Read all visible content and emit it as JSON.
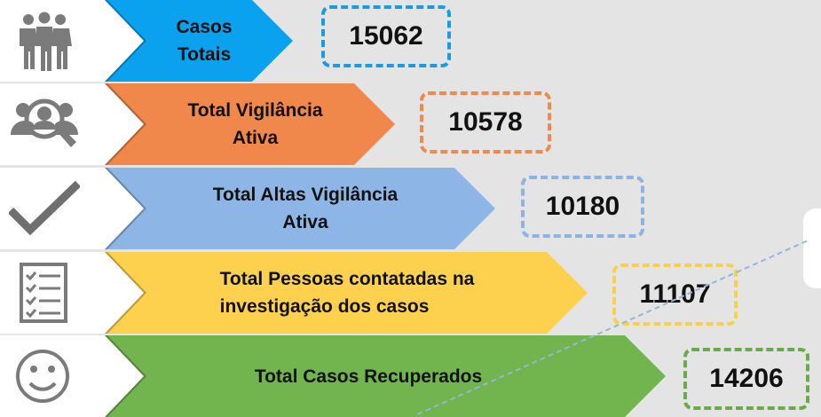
{
  "rows": [
    {
      "label_lines": [
        "Casos",
        "Totais"
      ],
      "value": "15062",
      "icon": "people-group-icon",
      "color": "#0aa2ef",
      "border": "#1a9be0"
    },
    {
      "label_lines": [
        "Total Vigilância",
        "Ativa"
      ],
      "value": "10578",
      "icon": "person-search-icon",
      "color": "#f0874b",
      "border": "#ef8a4f"
    },
    {
      "label_lines": [
        "Total Altas Vigilância",
        "Ativa"
      ],
      "value": "10180",
      "icon": "checkmark-icon",
      "color": "#8db6e6",
      "border": "#8fb3e0"
    },
    {
      "label_lines": [
        "Total Pessoas contatadas na",
        "investigação dos casos"
      ],
      "value": "11107",
      "icon": "checklist-icon",
      "color": "#fdd04e",
      "border": "#f8d04a"
    },
    {
      "label_lines": [
        "Total Casos Recuperados"
      ],
      "value": "14206",
      "icon": "smiley-face-icon",
      "color": "#72b54e",
      "border": "#6aaa48"
    }
  ]
}
